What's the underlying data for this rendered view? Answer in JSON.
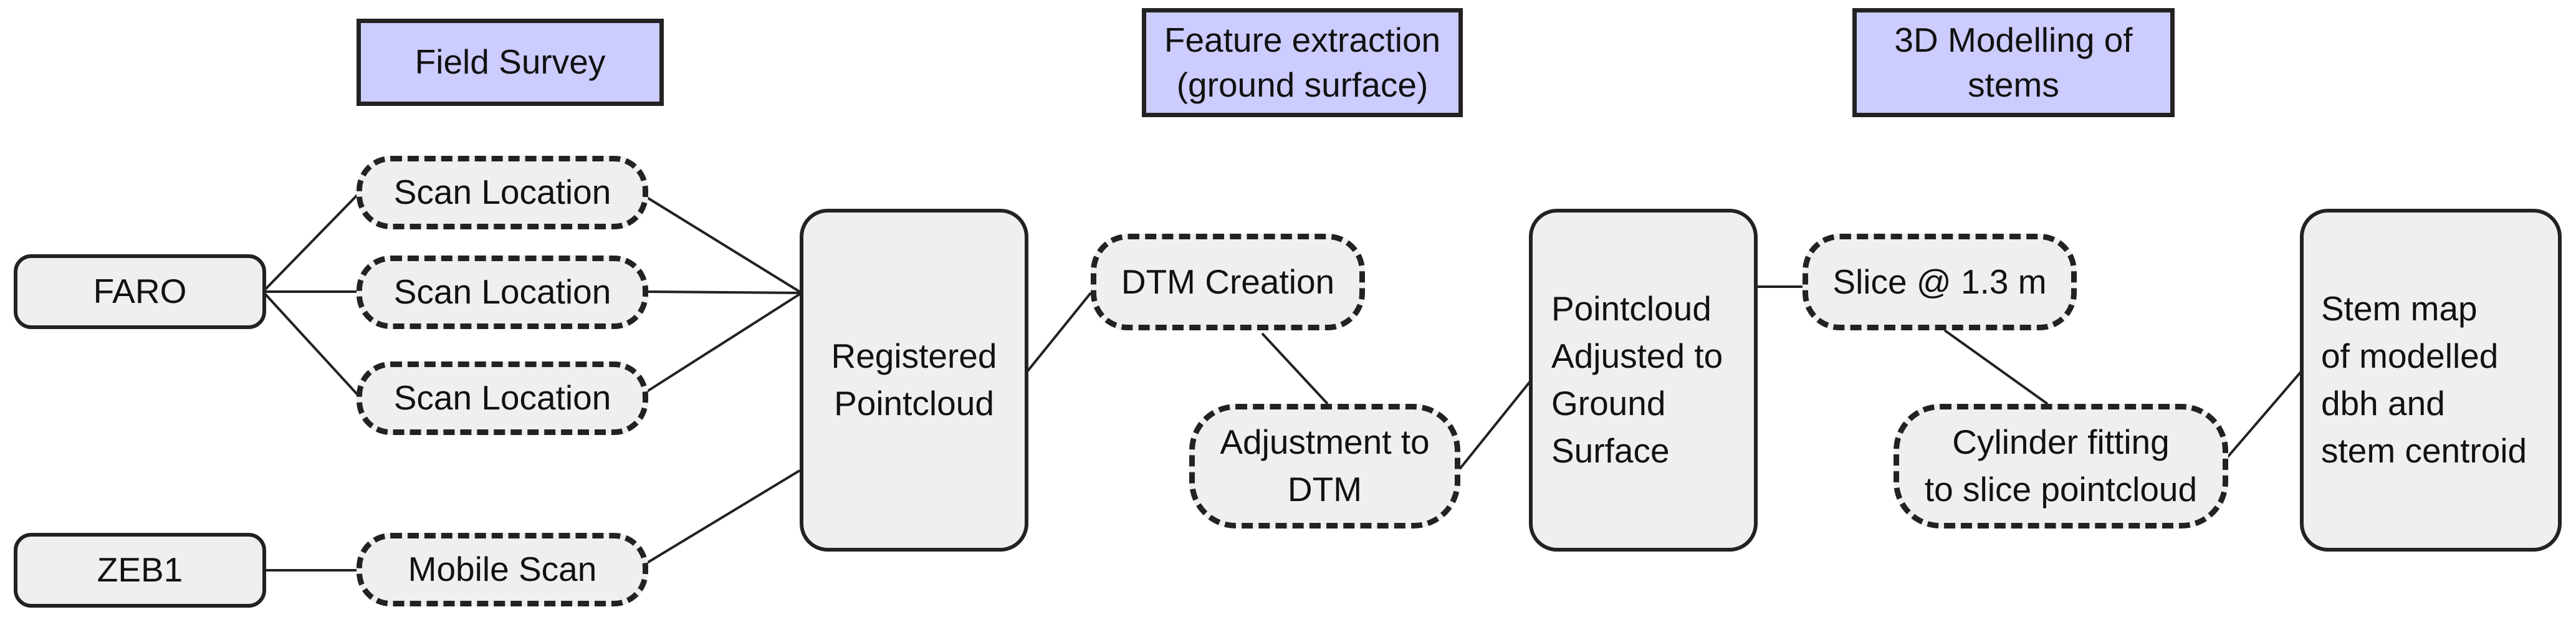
{
  "headers": {
    "field_survey": "Field Survey",
    "feature_extraction": [
      "Feature extraction",
      "(ground surface)"
    ],
    "modelling": [
      "3D Modelling of",
      "stems"
    ]
  },
  "devices": {
    "faro": "FARO",
    "zeb1": "ZEB1"
  },
  "scans": {
    "scan_location_1": "Scan Location",
    "scan_location_2": "Scan Location",
    "scan_location_3": "Scan Location",
    "mobile_scan": "Mobile Scan"
  },
  "processing": {
    "registered_pointcloud": [
      "Registered",
      "Pointcloud"
    ],
    "dtm_creation": "DTM Creation",
    "adjustment_to_dtm": [
      "Adjustment to",
      "DTM"
    ],
    "pointcloud_adjusted": [
      "Pointcloud",
      "Adjusted to",
      "Ground",
      "Surface"
    ],
    "slice": "Slice @ 1.3 m",
    "cylinder_fitting": [
      "Cylinder fitting",
      "to slice pointcloud"
    ],
    "stem_map": [
      "Stem map",
      "of modelled",
      "dbh and",
      "stem centroid"
    ]
  },
  "colors": {
    "header_fill": "#ccccff",
    "node_fill": "#efefef",
    "stroke": "#222222"
  }
}
